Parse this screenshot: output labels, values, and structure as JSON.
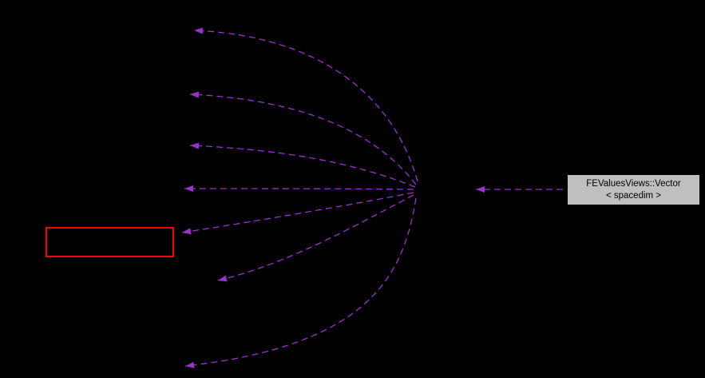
{
  "diagram": {
    "type": "collaboration-graph",
    "colors": {
      "background": "#000000",
      "edge": "#9a32cd",
      "node_fill": "#bfbfbf",
      "node_border": "#000000",
      "node_text": "#000000",
      "highlight_border": "#ff0000"
    },
    "nodes": {
      "vector": {
        "label_line1": "FEValuesViews::Vector",
        "label_line2": "< spacedim >"
      }
    }
  }
}
